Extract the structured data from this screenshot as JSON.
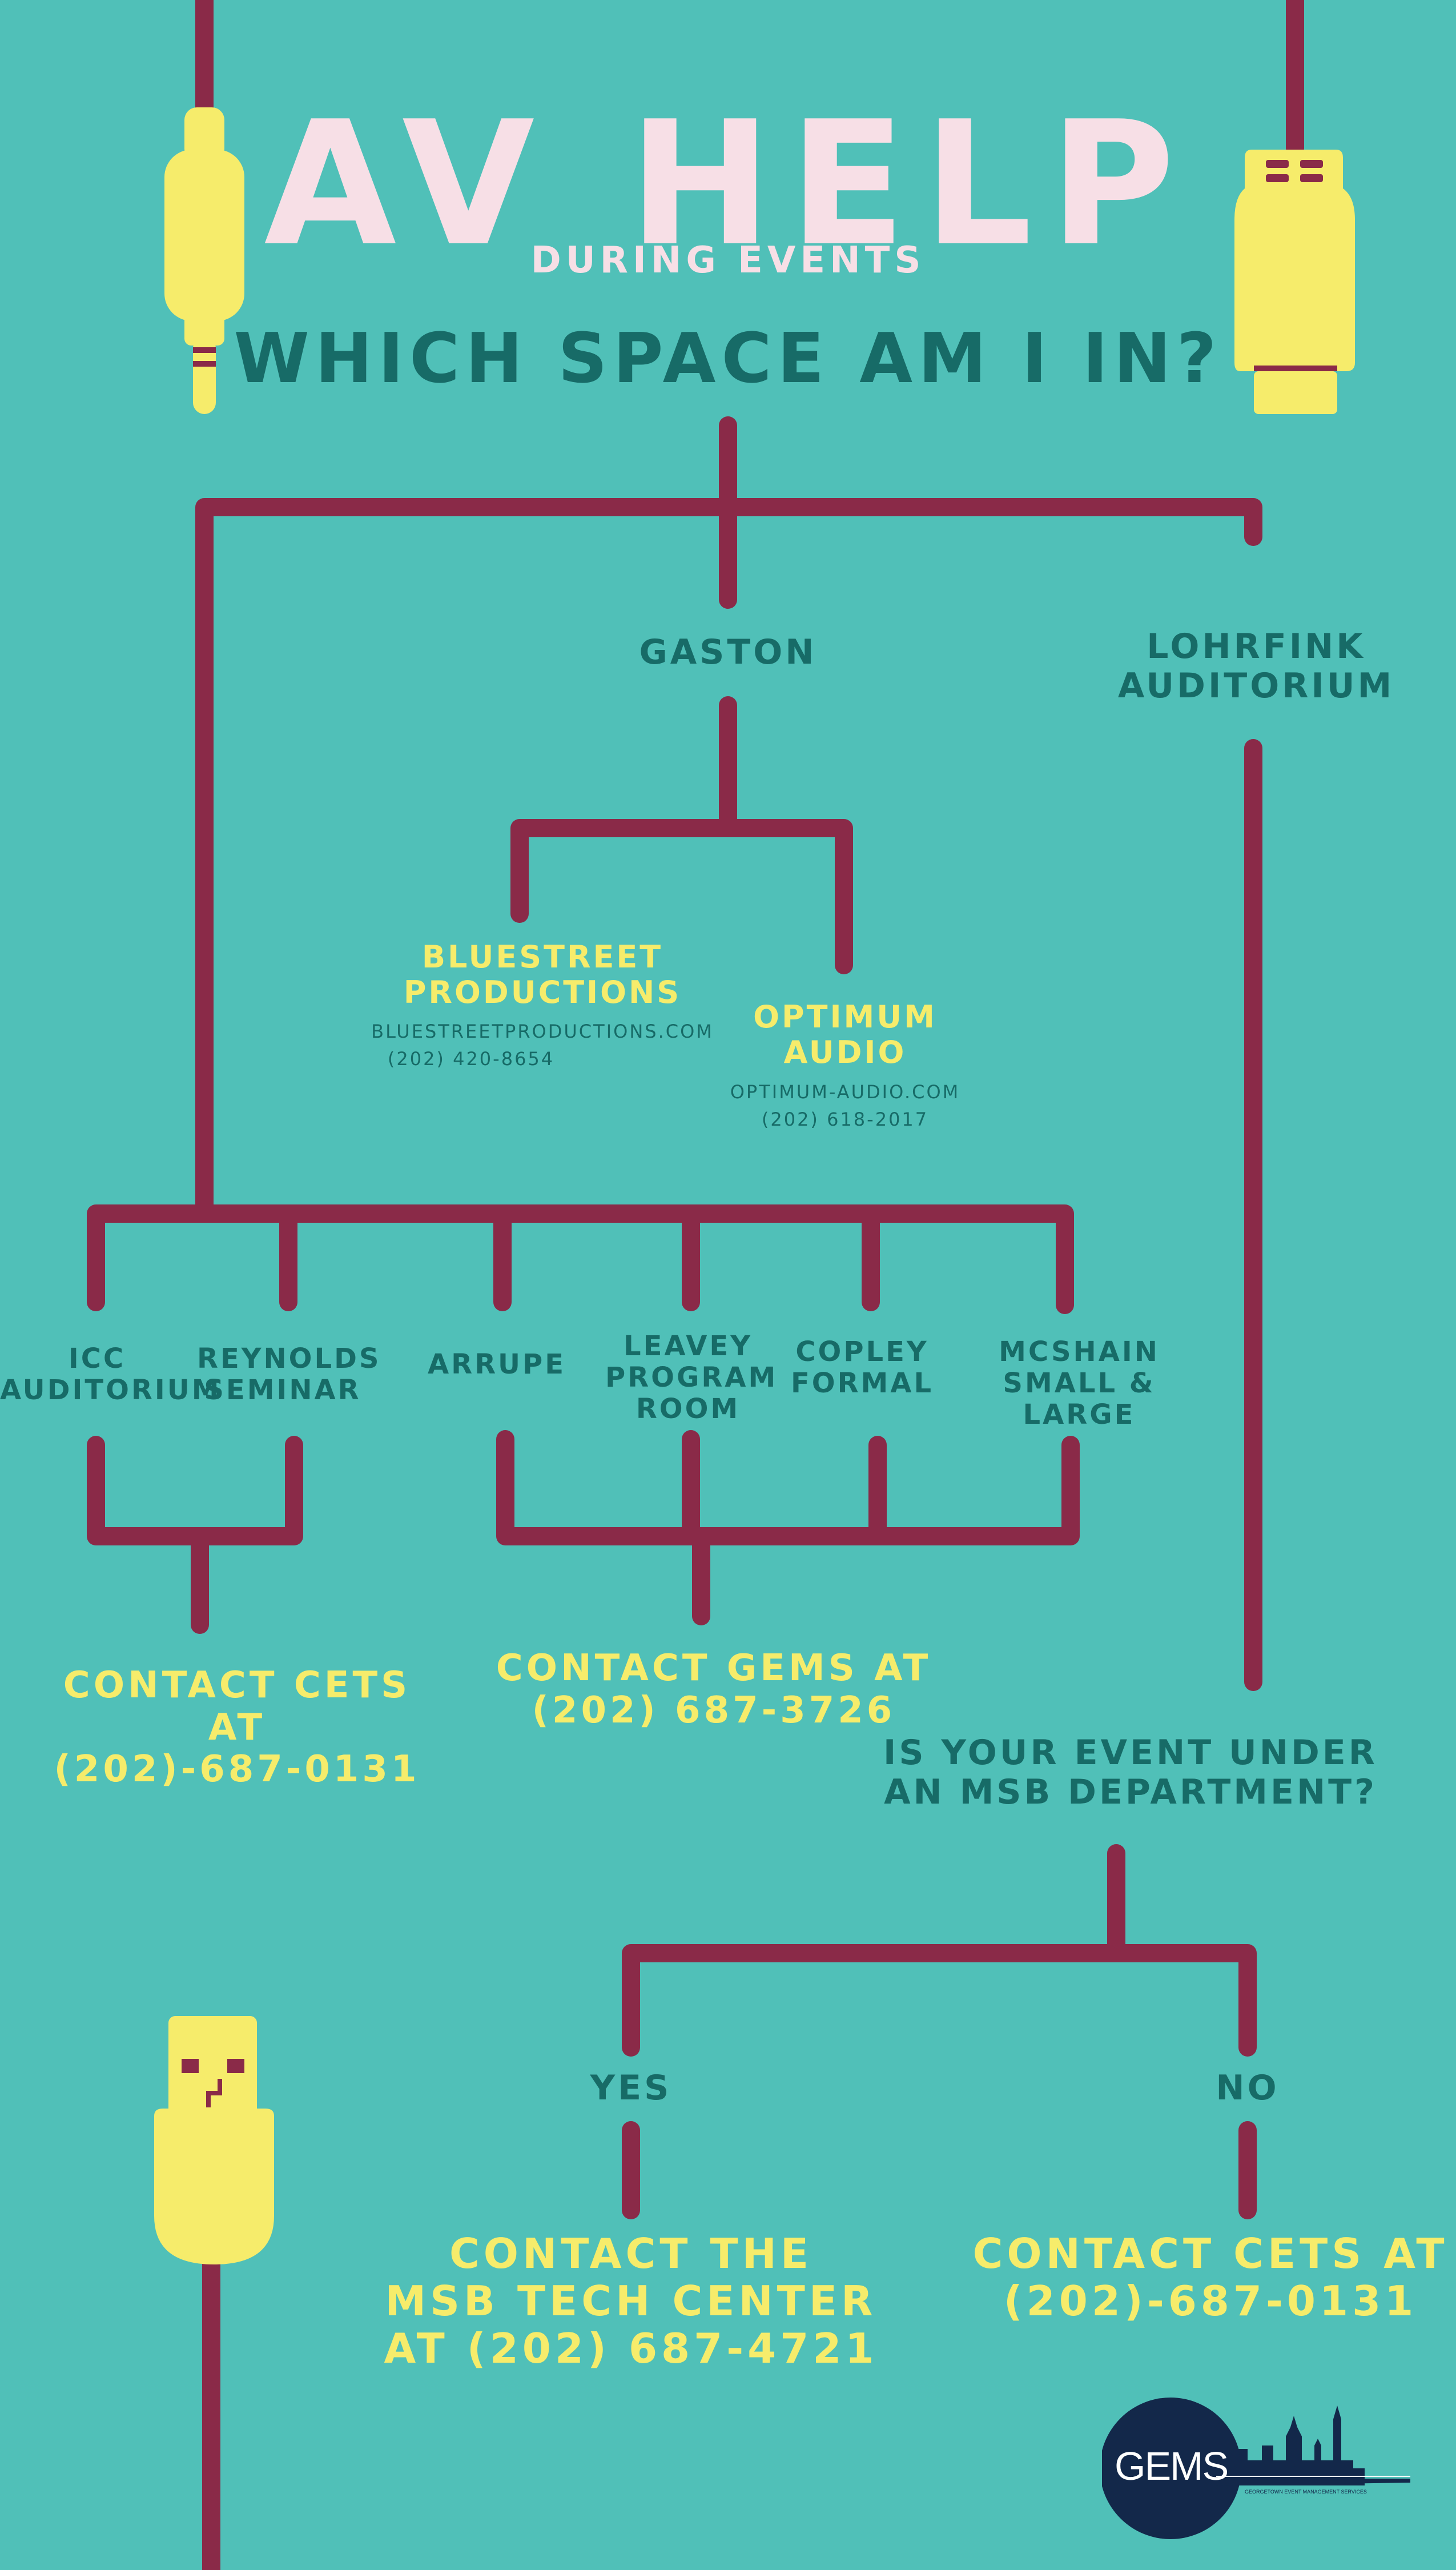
{
  "title": "AV HELP",
  "subtitle": "DURING EVENTS",
  "question": "WHICH SPACE AM I IN?",
  "spaces": {
    "gaston": "GASTON",
    "lohrfink": [
      "LOHRFINK",
      "AUDITORIUM"
    ]
  },
  "vendors": {
    "bluestreet": {
      "name": [
        "BLUESTREET",
        "PRODUCTIONS"
      ],
      "site": "BLUESTREETPRODUCTIONS.COM",
      "phone": "(202) 420-8654"
    },
    "optimum": {
      "name": [
        "OPTIMUM",
        "AUDIO"
      ],
      "site": "OPTIMUM-AUDIO.COM",
      "phone": "(202) 618-2017"
    }
  },
  "rooms": {
    "icc": [
      "ICC",
      "AUDITORIUM"
    ],
    "reynolds": [
      "REYNOLDS",
      "SEMINAR"
    ],
    "arrupe": "ARRUPE",
    "leavey": [
      "LEAVEY",
      "PROGRAM",
      "ROOM"
    ],
    "copley": [
      "COPLEY",
      "FORMAL"
    ],
    "mcshain": [
      "MCSHAIN",
      "SMALL & LARGE"
    ]
  },
  "contacts": {
    "cets": [
      "CONTACT CETS",
      "AT",
      "(202)-687-0131"
    ],
    "gems": [
      "CONTACT GEMS AT",
      "(202) 687-3726"
    ],
    "msb": [
      "CONTACT THE",
      "MSB TECH CENTER",
      "AT  (202) 687-4721"
    ],
    "cets_no": [
      "CONTACT CETS AT",
      "(202)-687-0131"
    ]
  },
  "msb_question": [
    "IS YOUR EVENT UNDER",
    "AN MSB DEPARTMENT?"
  ],
  "answers": {
    "yes": "YES",
    "no": "NO"
  },
  "logo": {
    "text": "GEMS",
    "tagline": "GEORGETOWN EVENT MANAGEMENT SERVICES"
  },
  "colors": {
    "background": "#50c0b8",
    "wire": "#8a2a48",
    "plug": "#f6ec6b",
    "title": "#f7dfe6",
    "teal_text": "#176b67",
    "contact_text": "#f6ec6b",
    "logo_bg": "#13284a"
  },
  "icons": [
    "audio-jack-plug-icon",
    "usb-plug-icon",
    "usb-plug-face-icon",
    "gems-logo-icon"
  ]
}
